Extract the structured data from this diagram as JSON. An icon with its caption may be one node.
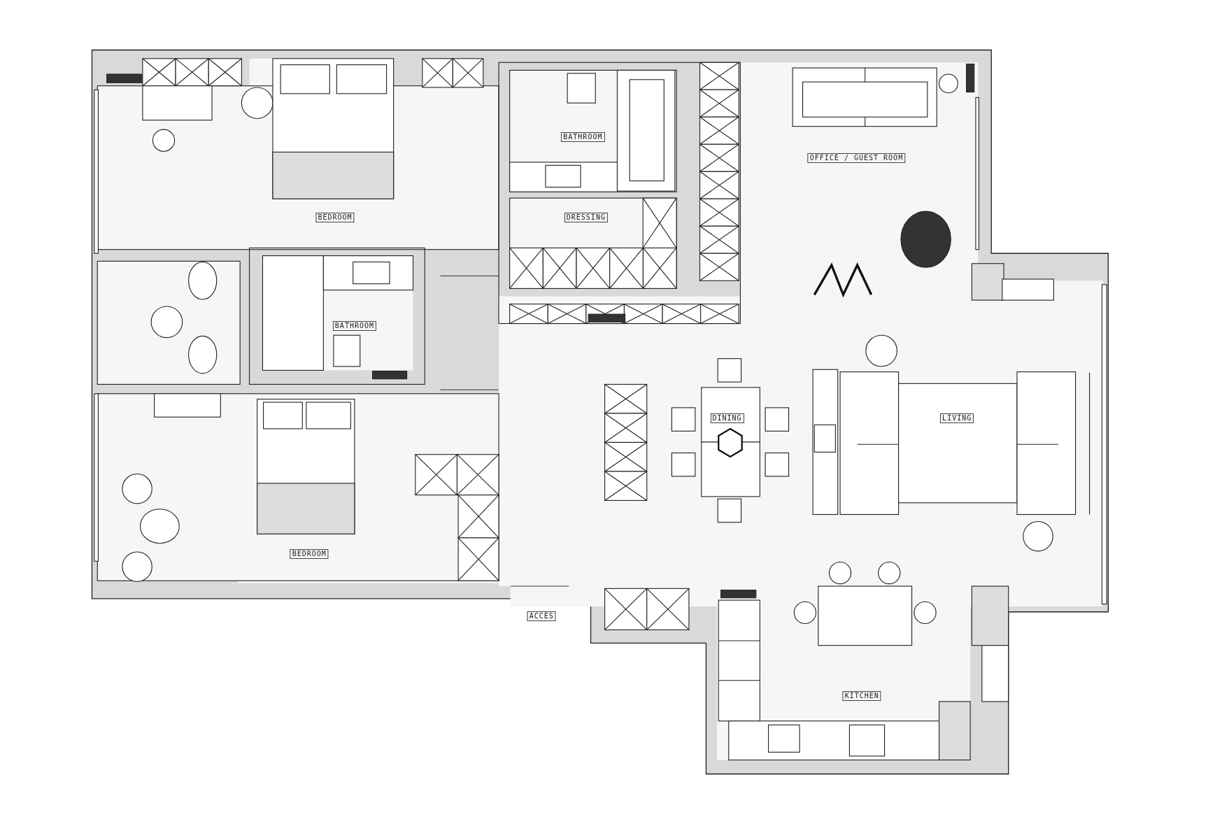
{
  "diagram": {
    "nodes": [
      {
        "text": [
          "BATHROOM"
        ]
      },
      {
        "text": [
          "OFFICE / GUEST ROOM"
        ]
      },
      {
        "text": [
          "BEDROOM"
        ]
      },
      {
        "text": [
          "DRESSING"
        ]
      },
      {
        "text": [
          "BATHROOM"
        ]
      },
      {
        "text": [
          "DINING"
        ]
      },
      {
        "text": [
          "LIVING"
        ]
      },
      {
        "text": [
          "BEDROOM"
        ]
      },
      {
        "text": [
          "ACCES"
        ]
      },
      {
        "text": [
          "KITCHEN"
        ]
      }
    ]
  }
}
